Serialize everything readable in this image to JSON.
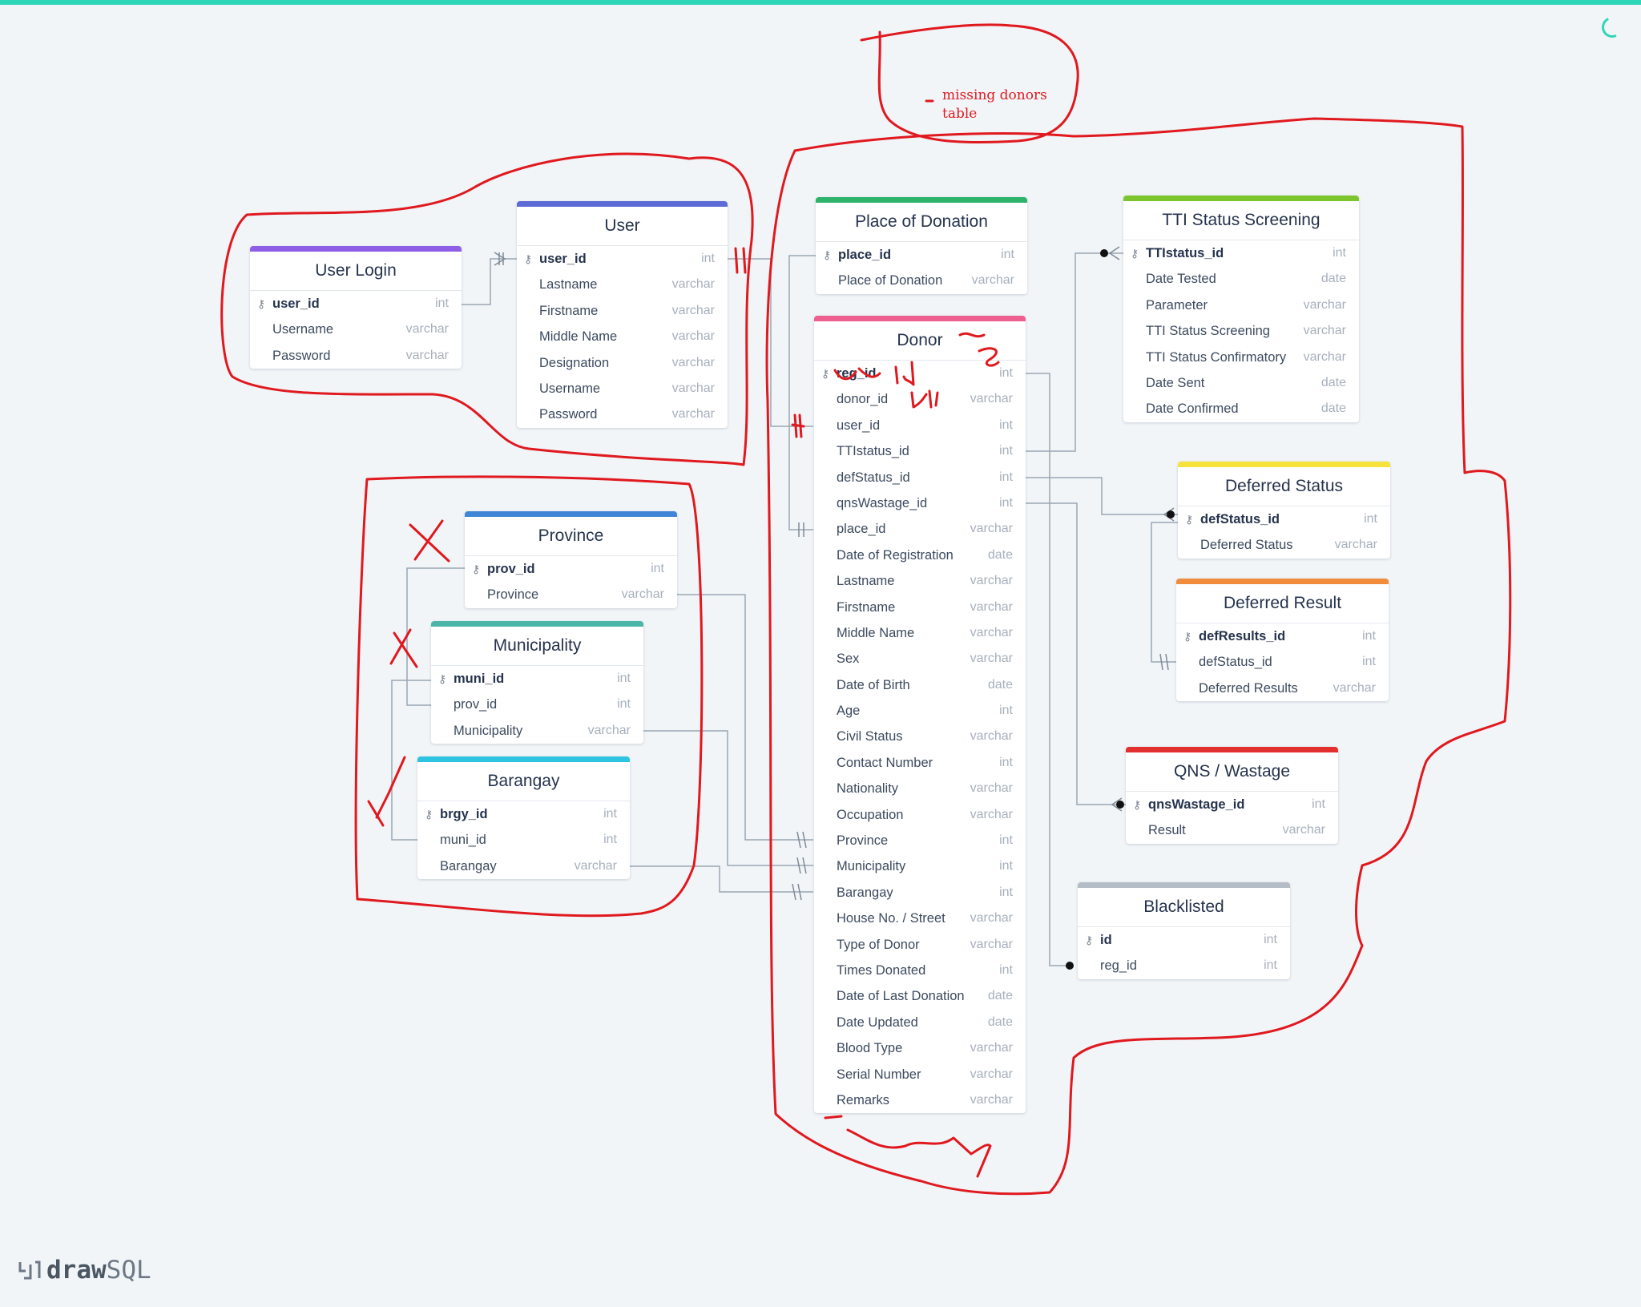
{
  "app": {
    "logo_text_bold": "draw",
    "logo_text_light": "SQL"
  },
  "annotation": {
    "note_line1": "missing donors",
    "note_line2": "table",
    "ink_color": "#e0191f"
  },
  "tables": {
    "user_login": {
      "title": "User Login",
      "color": "#8e5ee6",
      "fields": [
        {
          "name": "user_id",
          "type": "int",
          "pk": true
        },
        {
          "name": "Username",
          "type": "varchar"
        },
        {
          "name": "Password",
          "type": "varchar"
        }
      ]
    },
    "user": {
      "title": "User",
      "color": "#5c6bd6",
      "fields": [
        {
          "name": "user_id",
          "type": "int",
          "pk": true
        },
        {
          "name": "Lastname",
          "type": "varchar"
        },
        {
          "name": "Firstname",
          "type": "varchar"
        },
        {
          "name": "Middle Name",
          "type": "varchar"
        },
        {
          "name": "Designation",
          "type": "varchar"
        },
        {
          "name": "Username",
          "type": "varchar"
        },
        {
          "name": "Password",
          "type": "varchar"
        }
      ]
    },
    "place_of_donation": {
      "title": "Place of Donation",
      "color": "#2db36a",
      "fields": [
        {
          "name": "place_id",
          "type": "int",
          "pk": true
        },
        {
          "name": "Place of Donation",
          "type": "varchar"
        }
      ]
    },
    "donor": {
      "title": "Donor",
      "color": "#ec5f8f",
      "fields": [
        {
          "name": "reg_id",
          "type": "int",
          "pk": true
        },
        {
          "name": "donor_id",
          "type": "varchar"
        },
        {
          "name": "user_id",
          "type": "int"
        },
        {
          "name": "TTIstatus_id",
          "type": "int"
        },
        {
          "name": "defStatus_id",
          "type": "int"
        },
        {
          "name": "qnsWastage_id",
          "type": "int"
        },
        {
          "name": "place_id",
          "type": "varchar"
        },
        {
          "name": "Date of Registration",
          "type": "date"
        },
        {
          "name": "Lastname",
          "type": "varchar"
        },
        {
          "name": "Firstname",
          "type": "varchar"
        },
        {
          "name": "Middle Name",
          "type": "varchar"
        },
        {
          "name": "Sex",
          "type": "varchar"
        },
        {
          "name": "Date of Birth",
          "type": "date"
        },
        {
          "name": "Age",
          "type": "int"
        },
        {
          "name": "Civil Status",
          "type": "varchar"
        },
        {
          "name": "Contact Number",
          "type": "int"
        },
        {
          "name": "Nationality",
          "type": "varchar"
        },
        {
          "name": "Occupation",
          "type": "varchar"
        },
        {
          "name": "Province",
          "type": "int"
        },
        {
          "name": "Municipality",
          "type": "int"
        },
        {
          "name": "Barangay",
          "type": "int"
        },
        {
          "name": "House No. / Street",
          "type": "varchar"
        },
        {
          "name": "Type of Donor",
          "type": "varchar"
        },
        {
          "name": "Times Donated",
          "type": "int"
        },
        {
          "name": "Date of Last Donation",
          "type": "date"
        },
        {
          "name": "Date Updated",
          "type": "date"
        },
        {
          "name": "Blood Type",
          "type": "varchar"
        },
        {
          "name": "Serial Number",
          "type": "varchar"
        },
        {
          "name": "Remarks",
          "type": "varchar"
        }
      ]
    },
    "tti_status_screening": {
      "title": "TTI Status Screening",
      "color": "#7dc52d",
      "fields": [
        {
          "name": "TTIstatus_id",
          "type": "int",
          "pk": true
        },
        {
          "name": "Date Tested",
          "type": "date"
        },
        {
          "name": "Parameter",
          "type": "varchar"
        },
        {
          "name": "TTI Status Screening",
          "type": "varchar"
        },
        {
          "name": "TTI Status Confirmatory",
          "type": "varchar"
        },
        {
          "name": "Date Sent",
          "type": "date"
        },
        {
          "name": "Date Confirmed",
          "type": "date"
        }
      ]
    },
    "deferred_status": {
      "title": "Deferred Status",
      "color": "#f7e23b",
      "fields": [
        {
          "name": "defStatus_id",
          "type": "int",
          "pk": true
        },
        {
          "name": "Deferred Status",
          "type": "varchar"
        }
      ]
    },
    "deferred_result": {
      "title": "Deferred Result",
      "color": "#f08c3a",
      "fields": [
        {
          "name": "defResults_id",
          "type": "int",
          "pk": true
        },
        {
          "name": "defStatus_id",
          "type": "int"
        },
        {
          "name": "Deferred Results",
          "type": "varchar"
        }
      ]
    },
    "qns_wastage": {
      "title": "QNS / Wastage",
      "color": "#e2302e",
      "fields": [
        {
          "name": "qnsWastage_id",
          "type": "int",
          "pk": true
        },
        {
          "name": "Result",
          "type": "varchar"
        }
      ]
    },
    "blacklisted": {
      "title": "Blacklisted",
      "color": "#b4bcc6",
      "fields": [
        {
          "name": "id",
          "type": "int",
          "pk": true
        },
        {
          "name": "reg_id",
          "type": "int"
        }
      ]
    },
    "province": {
      "title": "Province",
      "color": "#3f86d6",
      "fields": [
        {
          "name": "prov_id",
          "type": "int",
          "pk": true
        },
        {
          "name": "Province",
          "type": "varchar"
        }
      ]
    },
    "municipality": {
      "title": "Municipality",
      "color": "#4bb5a8",
      "fields": [
        {
          "name": "muni_id",
          "type": "int",
          "pk": true
        },
        {
          "name": "prov_id",
          "type": "int"
        },
        {
          "name": "Municipality",
          "type": "varchar"
        }
      ]
    },
    "barangay": {
      "title": "Barangay",
      "color": "#2ec3e0",
      "fields": [
        {
          "name": "brgy_id",
          "type": "int",
          "pk": true
        },
        {
          "name": "muni_id",
          "type": "int"
        },
        {
          "name": "Barangay",
          "type": "varchar"
        }
      ]
    }
  }
}
